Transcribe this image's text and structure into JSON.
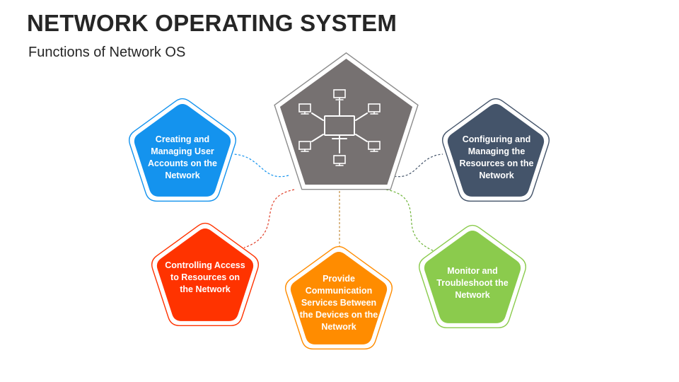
{
  "header": {
    "title": "NETWORK OPERATING SYSTEM",
    "subtitle": "Functions of Network OS"
  },
  "center": {
    "icon": "network-computers-icon",
    "color": "#767171"
  },
  "functions": [
    {
      "id": "user-accounts",
      "label": "Creating and Managing User Accounts on the Network",
      "color": "#1493EE",
      "connector_color": "#1493EE"
    },
    {
      "id": "configuring-resources",
      "label": "Configuring and Managing the Resources on the Network",
      "color": "#44546A",
      "connector_color": "#44546A"
    },
    {
      "id": "controlling-access",
      "label": "Controlling Access to Resources on the Network",
      "color": "#FF3300",
      "connector_color": "#E0402A"
    },
    {
      "id": "communication-services",
      "label": "Provide Communication Services Between the Devices on the Network",
      "color": "#FF8C00",
      "connector_color": "#C28A3A"
    },
    {
      "id": "monitor-troubleshoot",
      "label": "Monitor and Troubleshoot the Network",
      "color": "#8BCB4D",
      "connector_color": "#6FB43A"
    }
  ]
}
